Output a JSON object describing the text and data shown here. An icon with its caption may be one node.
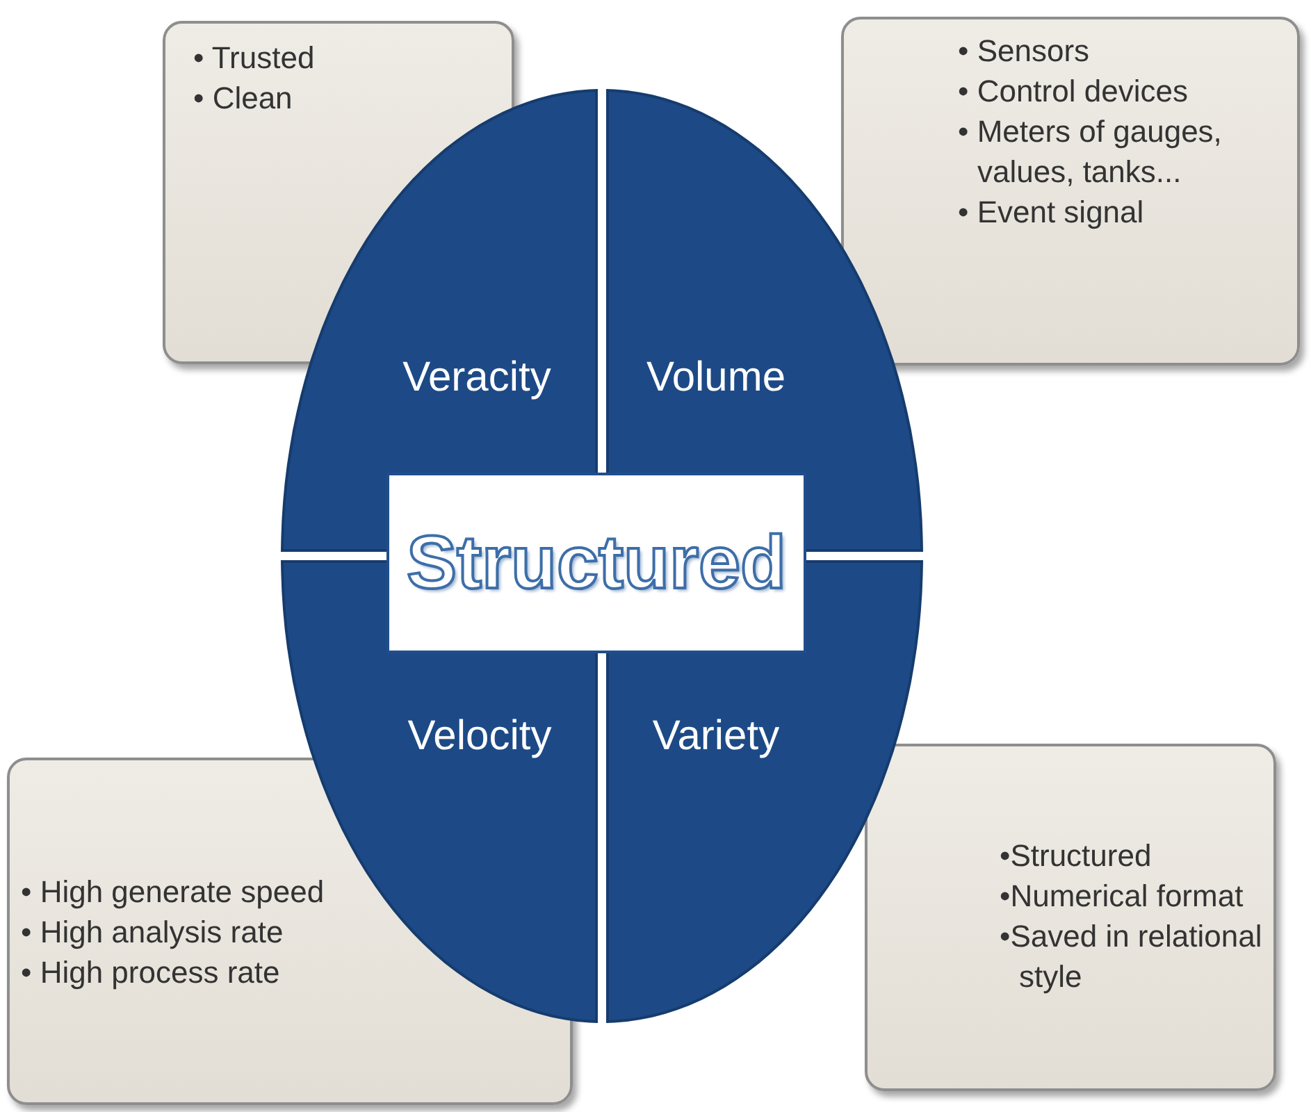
{
  "diagram": {
    "nodes": [
      {
        "text": [
          "• Trusted",
          "• Clean"
        ]
      },
      {
        "text": [
          "• Sensors",
          "• Control devices",
          "• Meters of gauges, values, tanks...",
          "• Event signal"
        ]
      },
      {
        "text": [
          "Veracity"
        ]
      },
      {
        "text": [
          "Volume"
        ]
      },
      {
        "text": [
          "Structured"
        ]
      },
      {
        "text": [
          "Velocity"
        ]
      },
      {
        "text": [
          "Variety"
        ]
      },
      {
        "text": [
          "• High generate speed",
          "• High analysis rate",
          "• High process rate"
        ]
      },
      {
        "text": [
          "•Structured",
          "•Numerical format",
          "•Saved in relational style"
        ]
      }
    ],
    "edges": []
  }
}
